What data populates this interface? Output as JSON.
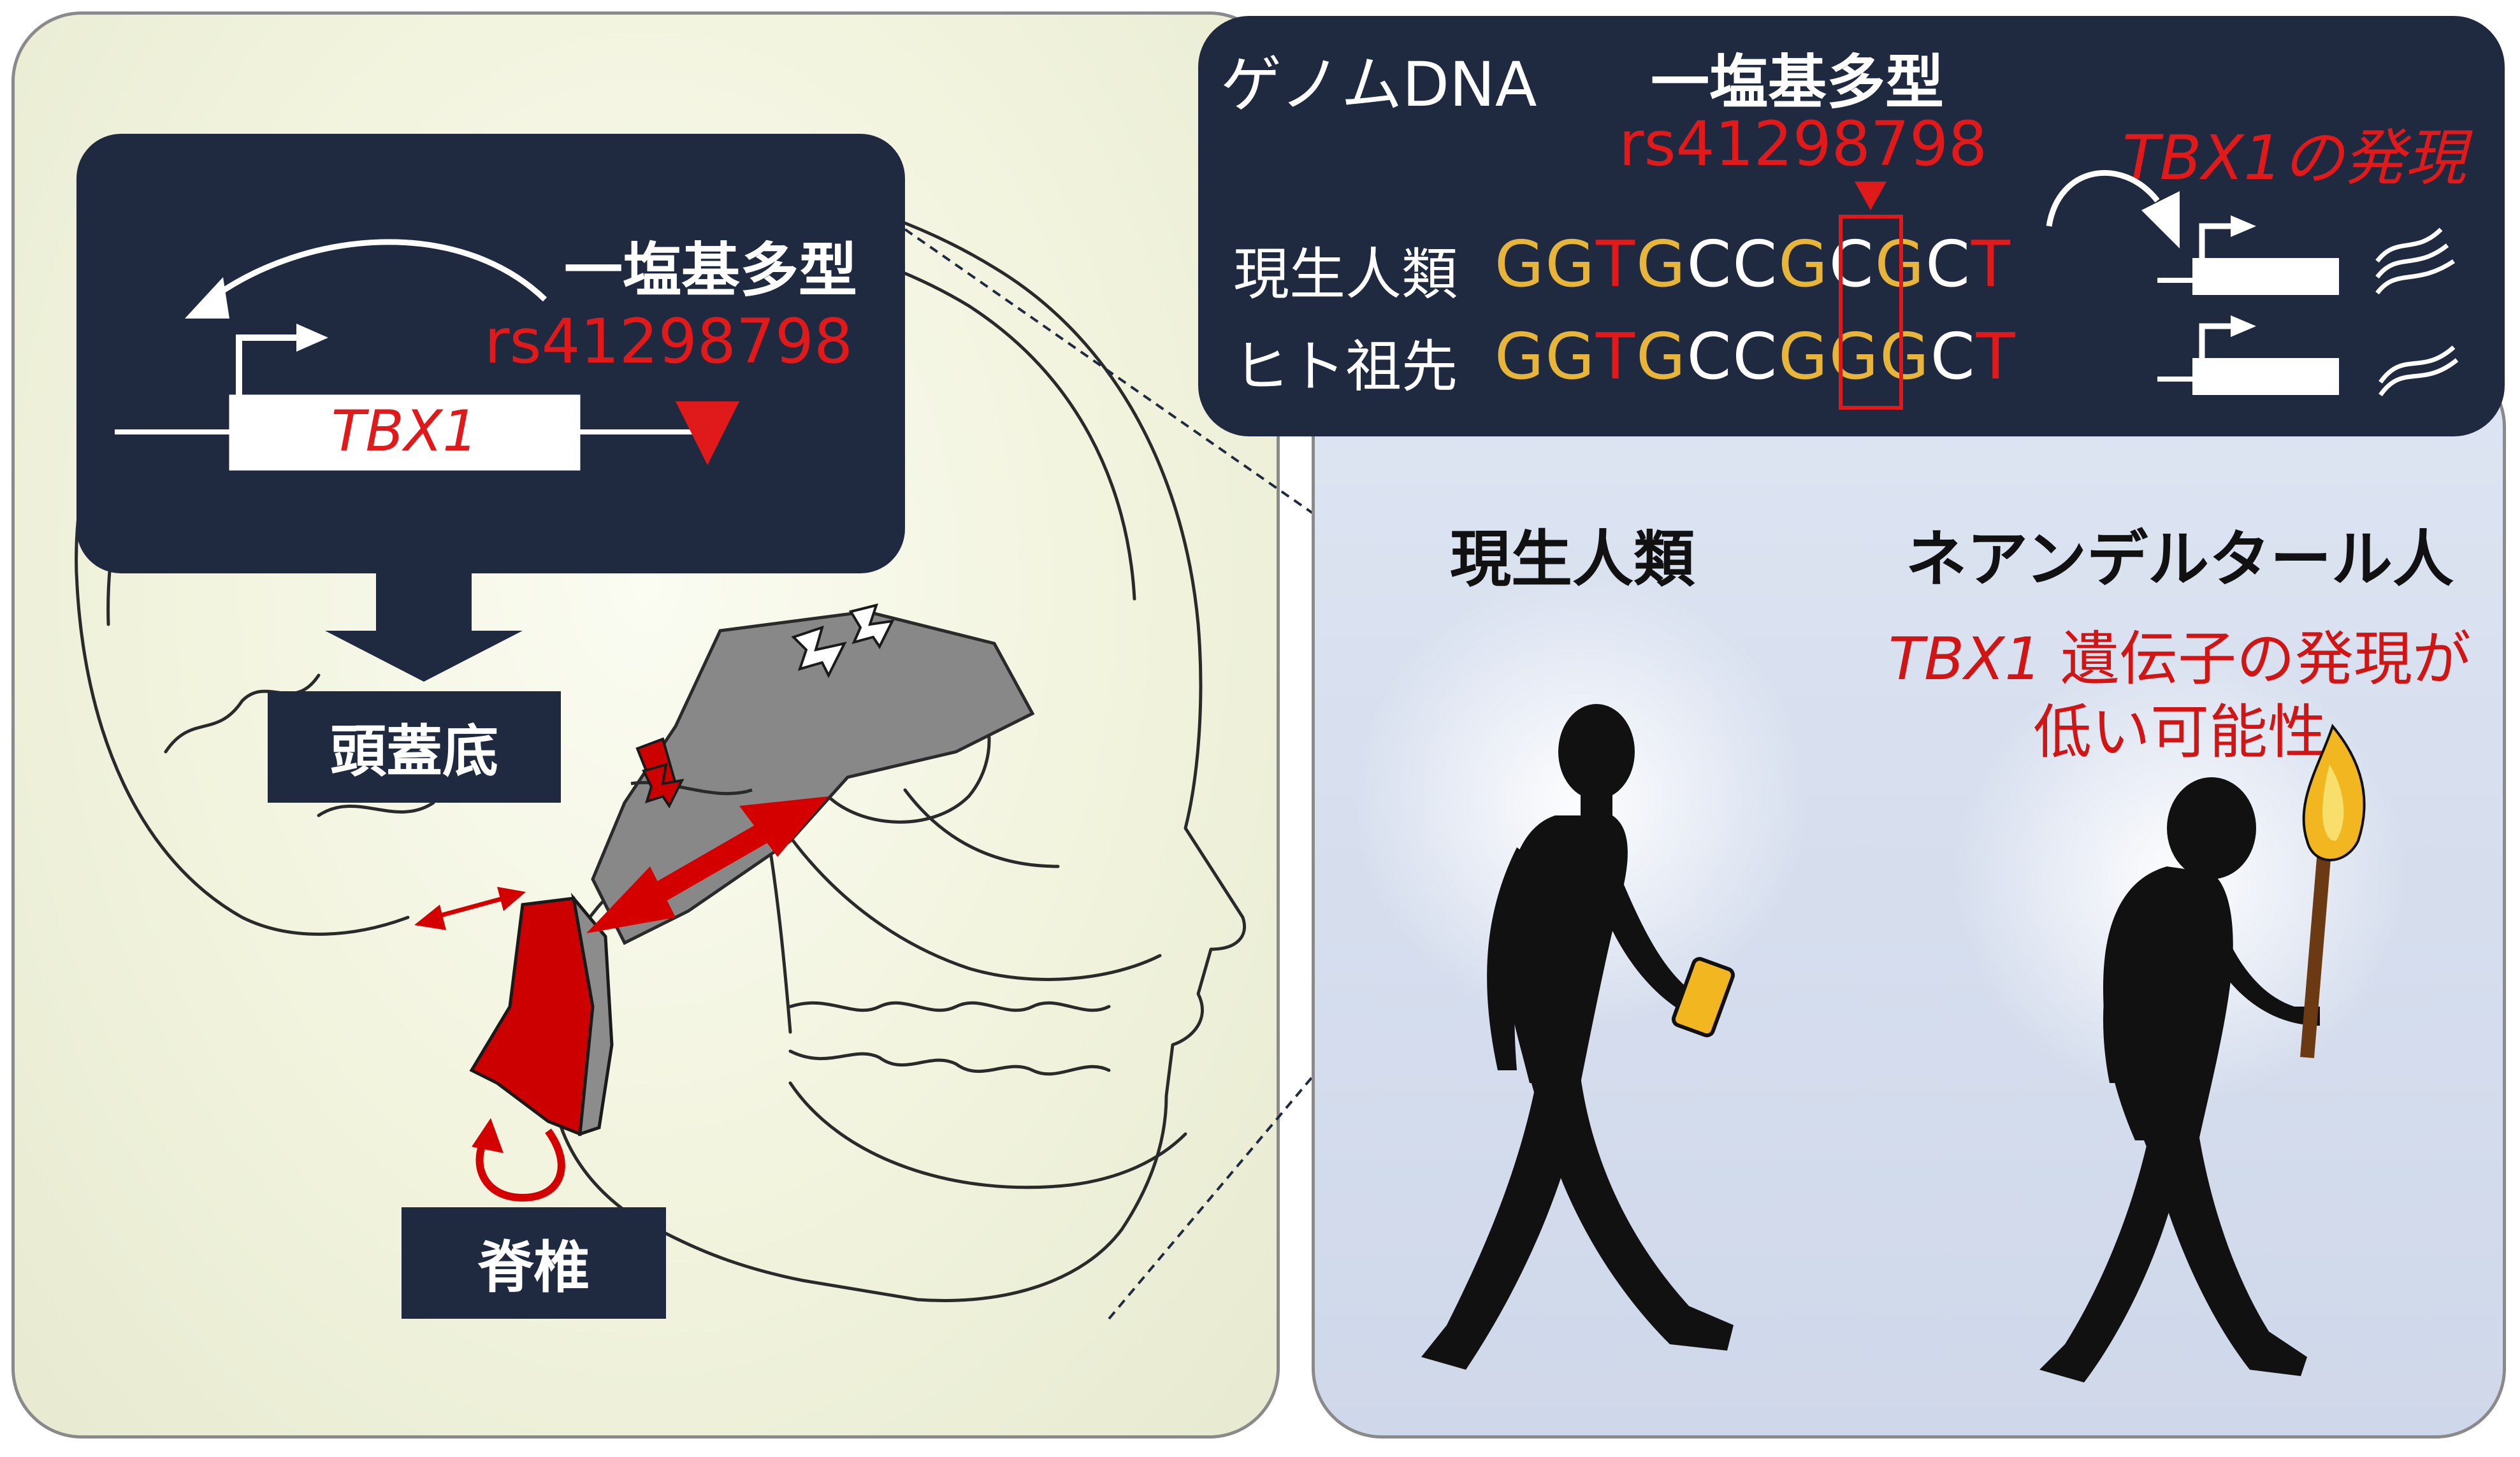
{
  "left_panel": {
    "gene_box": {
      "snp_title": "一塩基多型",
      "snp_id": "rs41298798",
      "gene_name": "TBX1"
    },
    "cranial_base_label": "頭蓋底",
    "spine_label": "脊椎"
  },
  "top_right": {
    "genome_label": "ゲノムDNA",
    "snp_title": "一塩基多型",
    "snp_id": "rs41298798",
    "expression_label": "TBX1の発現",
    "rows": [
      {
        "label": "現生人類",
        "sequence": "GGTGCCGCGCT"
      },
      {
        "label": "ヒト祖先",
        "sequence": "GGTGCCGGGCT"
      }
    ]
  },
  "right_panel": {
    "modern_label": "現生人類",
    "neanderthal_label": "ネアンデルタール人",
    "note_italic": "TBX1",
    "note_line1": " 遺伝子の発現が",
    "note_line2": "低い可能性"
  },
  "colors": {
    "dark_navy": "#1f2a40",
    "red": "#e01a1a",
    "nucleotide_yellow": "#e7b53a",
    "left_bg": "#f1f3dd",
    "right_bg": "#d4dcee"
  }
}
